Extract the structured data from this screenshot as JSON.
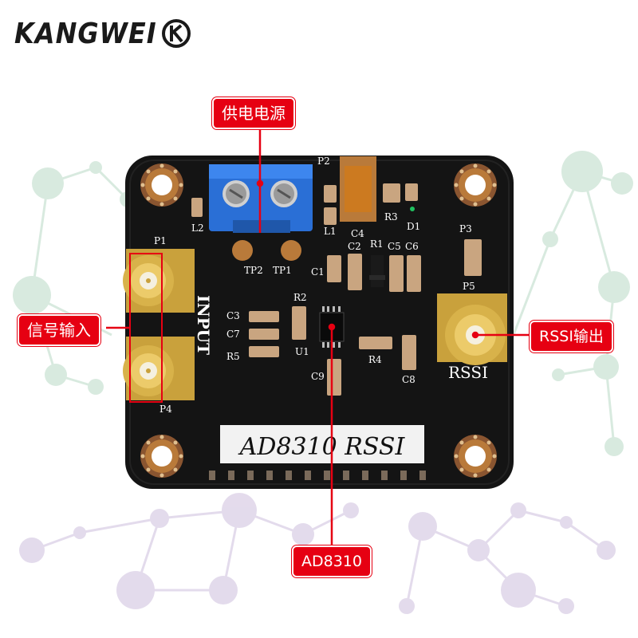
{
  "brand": {
    "name": "KANGWEI",
    "mark": "K"
  },
  "callouts": {
    "power": "供电电源",
    "signal_input": "信号输入",
    "rssi_output": "RSSI输出",
    "chip": "AD8310"
  },
  "board": {
    "silkscreen_title": "AD8310  RSSI",
    "input_label": "INPUT",
    "rssi_label": "RSSI",
    "refs": {
      "P1": "P1",
      "P2": "P2",
      "P3": "P3",
      "P5": "P5",
      "TP2": "TP2",
      "TP1": "TP1",
      "L1": "L1",
      "L2": "L2",
      "C4": "C4",
      "C2": "C2",
      "R1": "R1",
      "C5": "C5",
      "C6": "C6",
      "C1": "C1",
      "R3": "R3",
      "D1": "D1",
      "R2": "R2",
      "U1": "U1",
      "C3": "C3",
      "C7": "C7",
      "R5": "R5",
      "C9": "C9",
      "R4": "R4",
      "C8": "C8",
      "P4": "P4"
    }
  },
  "colors": {
    "callout": "#e60012",
    "pcb": "#141414",
    "terminal": "#2a6fd6",
    "gold": "#c9a13c",
    "pad": "#b97a3a"
  }
}
